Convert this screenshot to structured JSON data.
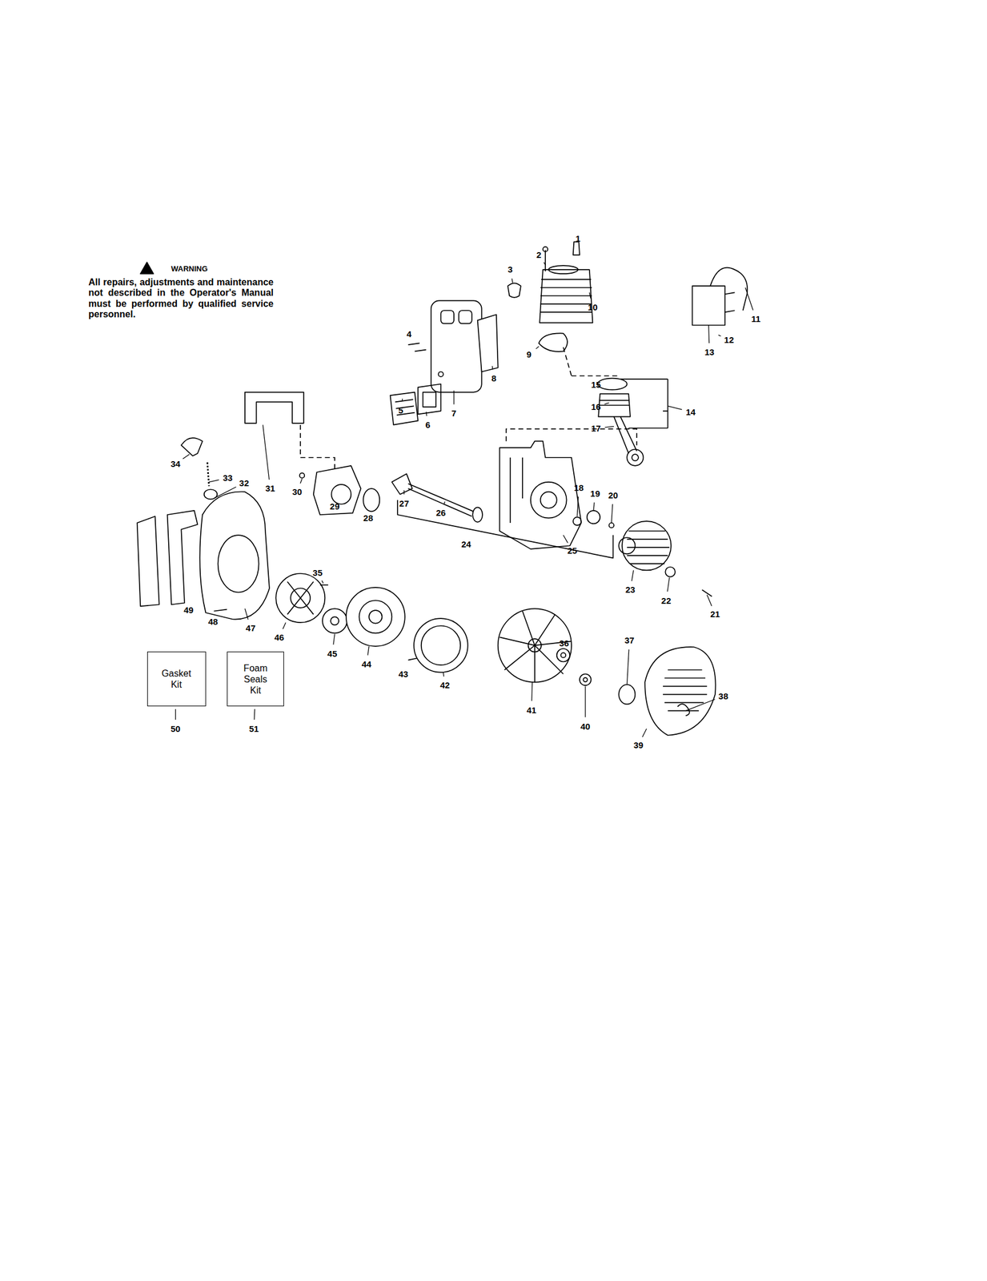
{
  "diagram": {
    "nodes": [
      {
        "text": [
          "Gasket Kit"
        ]
      },
      {
        "text": [
          "Foam Seals Kit"
        ]
      }
    ],
    "labels": [
      "WARNING",
      "All repairs, adjustments and maintenance not described in the Operator's Manual must be performed by qualified service personnel.",
      "1",
      "2",
      "3",
      "4",
      "5",
      "6",
      "7",
      "8",
      "9",
      "10",
      "11",
      "12",
      "13",
      "14",
      "15",
      "16",
      "17",
      "18",
      "19",
      "20",
      "21",
      "22",
      "23",
      "24",
      "25",
      "26",
      "27",
      "28",
      "29",
      "30",
      "31",
      "32",
      "33",
      "34",
      "35",
      "36",
      "37",
      "38",
      "39",
      "40",
      "41",
      "42",
      "43",
      "44",
      "45",
      "46",
      "47",
      "48",
      "49",
      "50",
      "51"
    ]
  }
}
